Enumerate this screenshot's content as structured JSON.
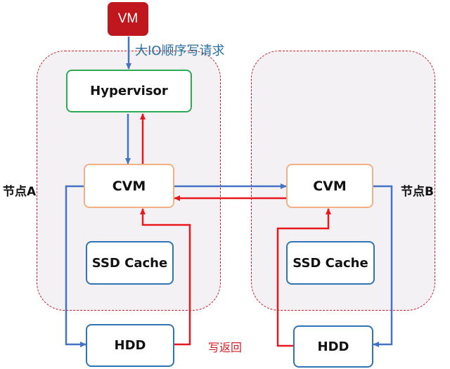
{
  "vm": {
    "label": "VM"
  },
  "request_label": "大IO顺序写请求",
  "return_label": "写返回",
  "node_a": {
    "label": "节点A",
    "hypervisor": "Hypervisor",
    "cvm": "CVM",
    "ssd": "SSD Cache",
    "hdd": "HDD"
  },
  "node_b": {
    "label": "节点B",
    "cvm": "CVM",
    "ssd": "SSD Cache",
    "hdd": "HDD"
  },
  "colors": {
    "request_flow": "#4472c4",
    "return_flow": "#e8181f",
    "region_border": "#c8202a",
    "vm_fill": "#c0161e",
    "hypervisor_border": "#2eaa55",
    "cvm_border": "#f3b083",
    "storage_border": "#2f74b5"
  }
}
